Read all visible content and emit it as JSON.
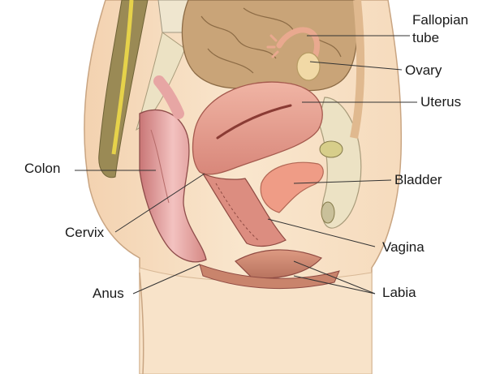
{
  "labels": {
    "fallopian_line1": "Fallopian",
    "fallopian_line2": "tube",
    "ovary": "Ovary",
    "uterus": "Uterus",
    "bladder": "Bladder",
    "vagina": "Vagina",
    "labia": "Labia",
    "colon": "Colon",
    "cervix": "Cervix",
    "anus": "Anus"
  },
  "colors": {
    "skin": "#f7dfc0",
    "skin_outline": "#c9a582",
    "intestine": "#c9a478",
    "uterus": "#e8a393",
    "colon": "#d98e8a",
    "bladder": "#ef9c86",
    "bone": "#ece2c4",
    "nerve": "#e9d44a"
  }
}
